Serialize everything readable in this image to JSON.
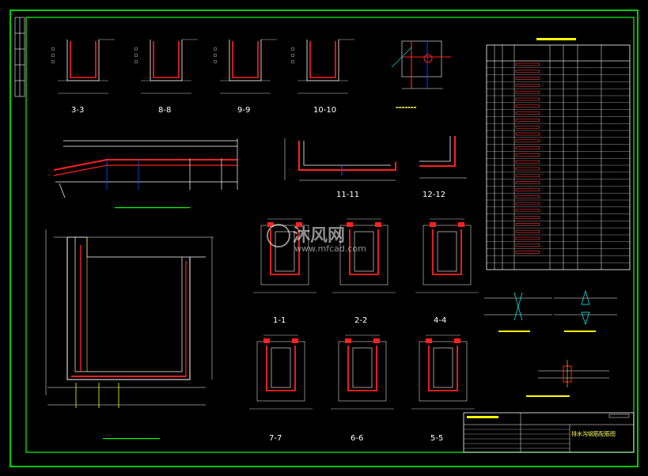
{
  "sheet": {
    "border_color": "#00ff00",
    "line_color": "#ffffff",
    "accent_red": "#ff2020",
    "accent_yellow": "#ffff00",
    "accent_cyan": "#00ffff",
    "background": "#000000"
  },
  "section_labels": {
    "s33": "3-3",
    "s88": "8-8",
    "s99": "9-9",
    "s1010": "10-10",
    "s1111": "11-11",
    "s1212": "12-12",
    "s11": "1-1",
    "s22": "2-2",
    "s44": "4-4",
    "s77": "7-7",
    "s66": "6-6",
    "s55": "5-5"
  },
  "watermark": {
    "brand": "沐风网",
    "url": "www.mfcad.com"
  },
  "title_block": {
    "drawing_name": "排水沟钢筋配筋图"
  }
}
